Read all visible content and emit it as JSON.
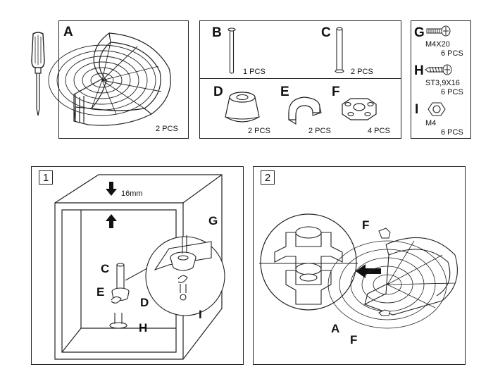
{
  "parts": {
    "A": {
      "letter": "A",
      "qty": "2 PCS"
    },
    "B": {
      "letter": "B",
      "qty": "1 PCS"
    },
    "C": {
      "letter": "C",
      "qty": "2 PCS"
    },
    "D": {
      "letter": "D",
      "qty": "2 PCS"
    },
    "E": {
      "letter": "E",
      "qty": "2 PCS"
    },
    "F": {
      "letter": "F",
      "qty": "4 PCS"
    },
    "G": {
      "letter": "G",
      "spec": "M4X20",
      "qty": "6 PCS"
    },
    "H": {
      "letter": "H",
      "spec": "ST3,9X16",
      "qty": "6 PCS"
    },
    "I": {
      "letter": "I",
      "spec": "M4",
      "qty": "6 PCS"
    }
  },
  "step1": {
    "number": "1",
    "gap": "16mm",
    "callouts": {
      "C": "C",
      "E": "E",
      "D": "D",
      "H": "H",
      "G": "G",
      "I": "I"
    }
  },
  "step2": {
    "number": "2",
    "callouts": {
      "F_top": "F",
      "A": "A",
      "F_bottom": "F"
    }
  },
  "icons": [
    "screwdriver-icon",
    "wire-basket-icon",
    "pole-icon",
    "bearing-icon",
    "spacer-icon",
    "clip-icon",
    "screw-icon",
    "nut-icon",
    "arrow-icon"
  ]
}
